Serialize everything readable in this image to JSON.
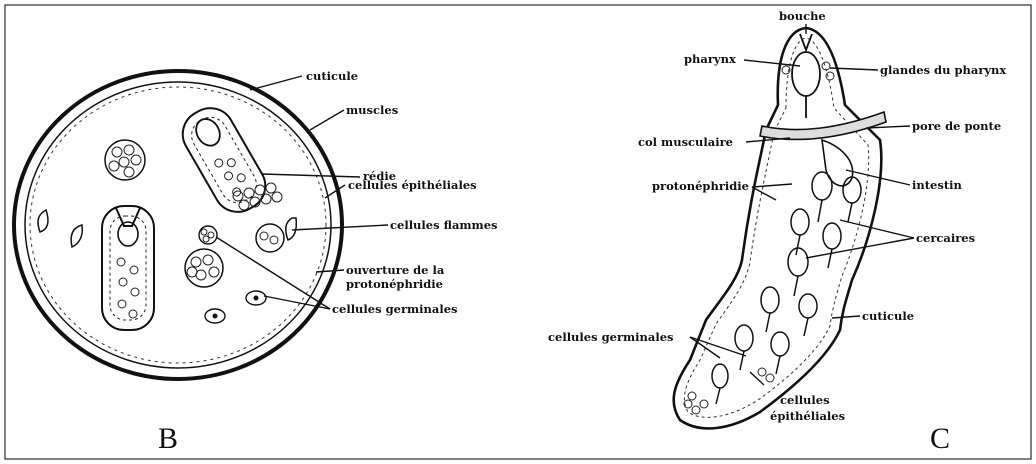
{
  "panel_b": {
    "letter": "B",
    "labels": {
      "cuticule": "cuticule",
      "muscles": "muscles",
      "redie": "rédie",
      "cellules_epitheliales": "cellules épithéliales",
      "cellules_flammes": "cellules flammes",
      "ouverture_1": "ouverture de la",
      "ouverture_2": "protonéphridie",
      "cellules_germinales": "cellules germinales"
    }
  },
  "panel_c": {
    "letter": "C",
    "labels": {
      "bouche": "bouche",
      "pharynx": "pharynx",
      "glandes": "glandes du pharynx",
      "col": "col musculaire",
      "pore": "pore de ponte",
      "protonephridie": "protonéphridie",
      "intestin": "intestin",
      "cercaires": "cercaires",
      "cuticule": "cuticule",
      "cellules_germinales": "cellules germinales",
      "epith_1": "cellules",
      "epith_2": "épithéliales"
    }
  }
}
